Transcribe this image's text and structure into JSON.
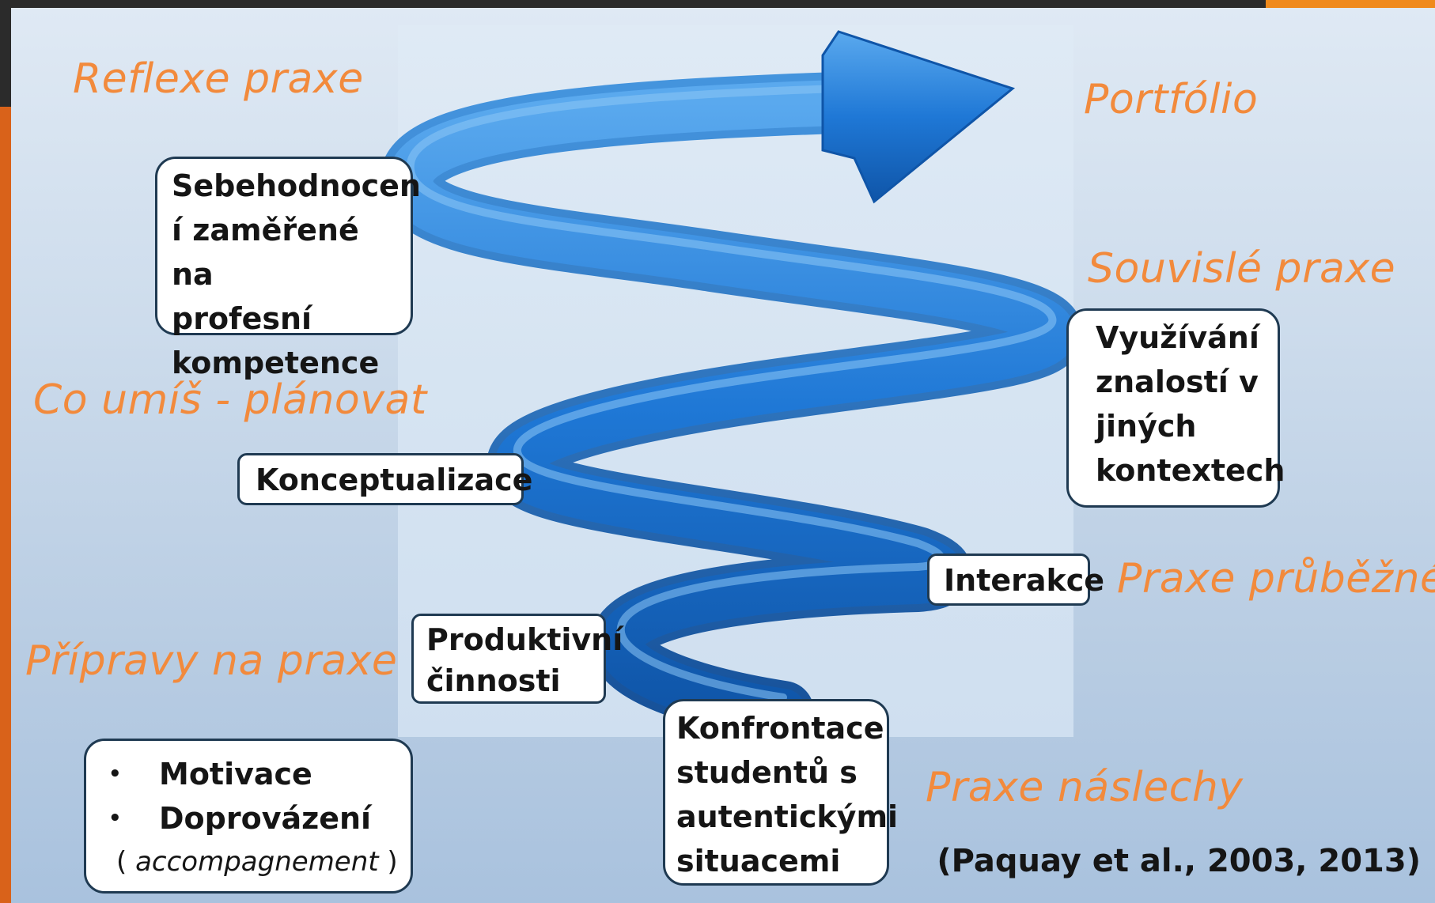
{
  "categories": {
    "reflexe": "Reflexe praxe",
    "portfolio": "Portfólio",
    "souvisle": "Souvislé praxe",
    "co_umis": "Co umíš - plánovat",
    "prubezne": "Praxe průběžné",
    "pripravy": "Přípravy na praxe",
    "naslechy": "Praxe náslechy"
  },
  "boxes": {
    "sebehodnoceni": "Sebehodnocen\ní zaměřené na\nprofesní\nkompetence",
    "vyuzivani": "Využívání\nznalostí v\njiných\nkontextech",
    "konceptualizace": "Konceptualizace",
    "interakce": "Interakce",
    "produktivni": "Produktivní\nčinnosti",
    "konfrontace": "Konfrontace\nstudentů s\nautentickými\nsituacemi"
  },
  "list": {
    "bullet": "•",
    "items": [
      "Motivace",
      "Doprovázení"
    ],
    "note_open": "( ",
    "note_italic": "accompagnement",
    "note_close": " )"
  },
  "citation": "(Paquay et al., 2003, 2013)",
  "colors": {
    "accent_orange": "#f28a3c",
    "spiral_blue": "#1f78d6",
    "box_border": "#1f3a52"
  },
  "icons": {
    "spiral": "spiral-arrow-icon"
  }
}
